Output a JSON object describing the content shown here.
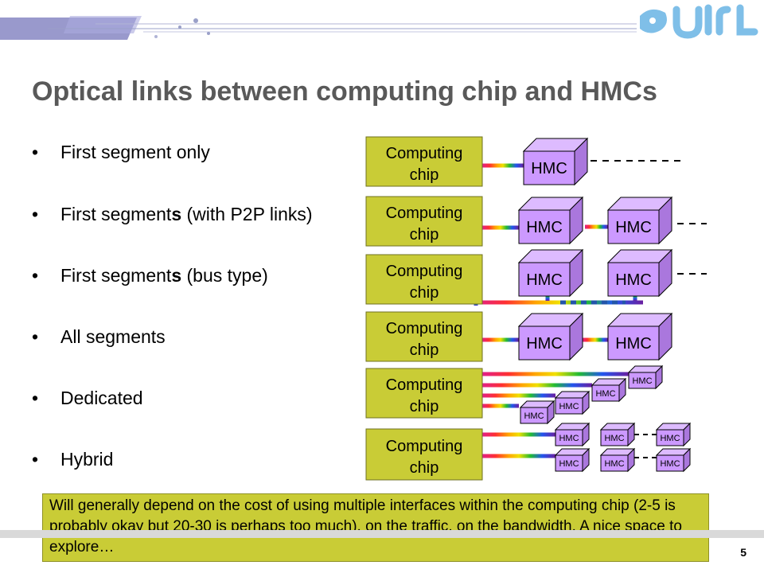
{
  "slide": {
    "title": "Optical links between computing chip and HMCs",
    "page_number": "5"
  },
  "bullets": [
    {
      "bullet": "•",
      "parts": [
        "First segment only"
      ]
    },
    {
      "bullet": "•",
      "parts": [
        "First segment",
        "s",
        " (with P2P links)"
      ]
    },
    {
      "bullet": "•",
      "parts": [
        "First segment",
        "s",
        " (bus type)"
      ]
    },
    {
      "bullet": "•",
      "parts": [
        "All segments"
      ]
    },
    {
      "bullet": "•",
      "parts": [
        "Dedicated"
      ]
    },
    {
      "bullet": "•",
      "parts": [
        "Hybrid"
      ]
    }
  ],
  "diagram": {
    "chip_label_line1": "Computing",
    "chip_label_line2": "chip",
    "hmc_label": "HMC",
    "colors": {
      "chip_fill": "#c9cc36",
      "hmc_front": "#cc99ff",
      "hmc_top": "#ddbbff",
      "hmc_side": "#aa77dd"
    }
  },
  "note": {
    "text": "Will generally depend on the cost of using multiple interfaces within the computing chip (2-5 is probably okay but 20-30 is perhaps too much), on the traffic, on the bandwidth. A nice space to explore…"
  },
  "logo": {
    "icon": "ulrl-logo"
  }
}
